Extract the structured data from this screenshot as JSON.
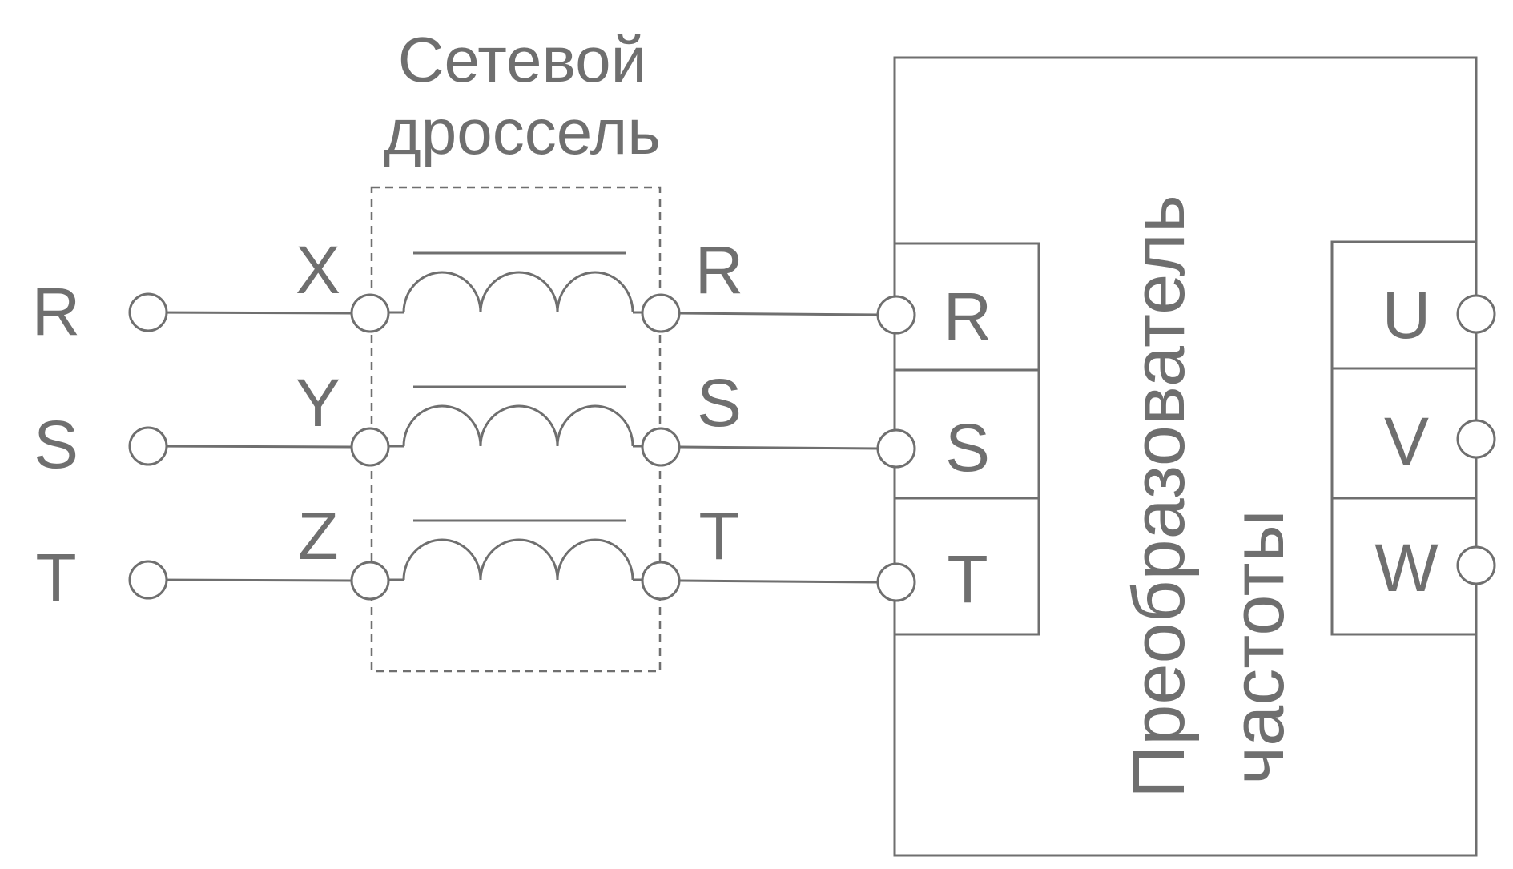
{
  "colors": {
    "ink": "#6f6f6f",
    "background": "#ffffff"
  },
  "choke": {
    "title_line1": "Сетевой",
    "title_line2": "дроссель",
    "input_labels": [
      "X",
      "Y",
      "Z"
    ],
    "output_labels": [
      "R",
      "S",
      "T"
    ]
  },
  "mains": {
    "labels": [
      "R",
      "S",
      "T"
    ]
  },
  "inverter": {
    "title_line1": "Преобразователь",
    "title_line2": "частоты",
    "input_labels": [
      "R",
      "S",
      "T"
    ],
    "output_labels": [
      "U",
      "V",
      "W"
    ]
  }
}
